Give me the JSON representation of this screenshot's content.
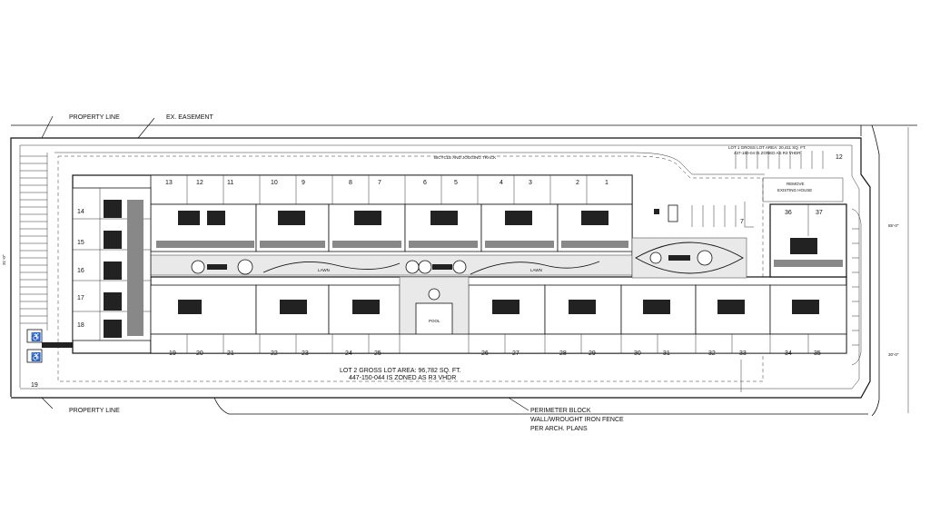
{
  "labels": {
    "property_line_top": "PROPERTY LINE",
    "easement": "EX. EASEMENT",
    "property_line_bottom": "PROPERTY LINE",
    "bicycle_track": "BICYCLE AND JOGGING TRACK",
    "lot1_area": "LOT 1 GROSS LOT AREA: 20,411 SQ. FT.",
    "lot1_zoning": "447-150-04 IS ZONED AS R3 VHDR",
    "remove_house_1": "REMOVE",
    "remove_house_2": "EXISTING HOUSE",
    "lot2_area": "LOT 2 GROSS LOT AREA: 96,782 SQ. FT.",
    "lot2_zoning": "447-150-044 IS ZONED AS R3 VHDR",
    "fence_1": "PERIMETER BLOCK",
    "fence_2": "WALL/WROUGHT IRON FENCE",
    "fence_3": "PER ARCH. PLANS",
    "pool": "POOL",
    "lawn_1": "LAWN",
    "lawn_2": "LAWN",
    "dim_left": "31'-0\"",
    "dim_right_1": "85'-0\"",
    "dim_right_2": "30'-0\""
  },
  "units": {
    "top_row": [
      "13",
      "12",
      "11",
      "10",
      "9",
      "8",
      "7",
      "6",
      "5",
      "4",
      "3",
      "2",
      "1"
    ],
    "bottom_row": [
      "19",
      "20",
      "21",
      "22",
      "23",
      "24",
      "25",
      "26",
      "27",
      "28",
      "29",
      "30",
      "31",
      "32",
      "33",
      "34",
      "35"
    ],
    "left_column": [
      "14",
      "15",
      "16",
      "17",
      "18"
    ],
    "east_top": [
      "36",
      "37"
    ],
    "misc": [
      "12",
      "7",
      "19"
    ]
  },
  "colors": {
    "ink": "#111111",
    "paper": "#ffffff",
    "hatch": "#e9e9e9"
  }
}
